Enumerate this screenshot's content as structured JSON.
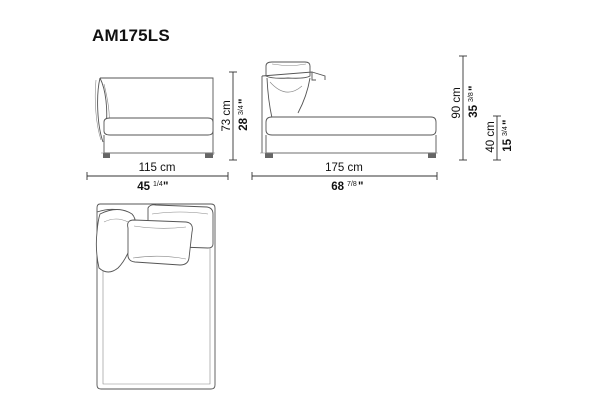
{
  "model": "AM175LS",
  "front_view": {
    "width": {
      "cm": "115 cm",
      "inch_whole": "45",
      "inch_frac": "1/4",
      "inch_mark": "\""
    },
    "height": {
      "cm": "73 cm",
      "inch_whole": "28",
      "inch_frac": "3/4",
      "inch_mark": "\""
    }
  },
  "side_view": {
    "length": {
      "cm": "175 cm",
      "inch_whole": "68",
      "inch_frac": "7/8",
      "inch_mark": "\""
    },
    "height": {
      "cm": "90 cm",
      "inch_whole": "35",
      "inch_frac": "3/8",
      "inch_mark": "\""
    },
    "seat_height": {
      "cm": "40 cm",
      "inch_whole": "15",
      "inch_frac": "3/4",
      "inch_mark": "\""
    }
  }
}
